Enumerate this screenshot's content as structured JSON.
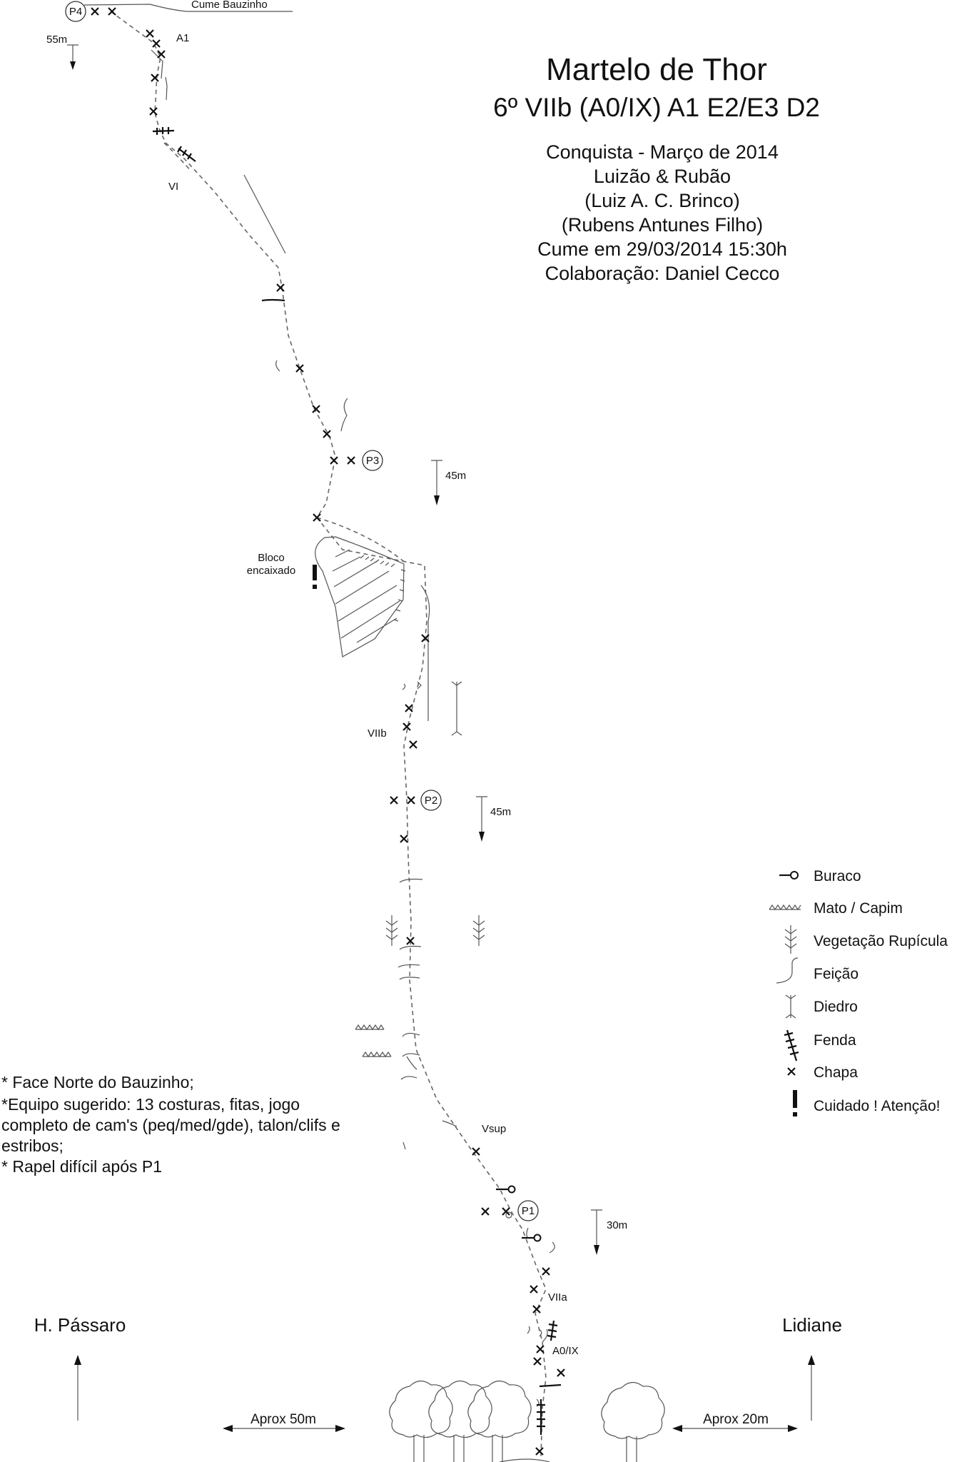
{
  "header": {
    "title": "Martelo de Thor",
    "grade": "6º VIIb (A0/IX) A1 E2/E3 D2",
    "credits": [
      "Conquista - Março de 2014",
      "Luizão & Rubão",
      "(Luiz A. C. Brinco)",
      "(Rubens Antunes Filho)",
      "Cume em 29/03/2014 15:30h",
      "Colaboração: Daniel Cecco"
    ]
  },
  "summit": {
    "label": "Cume  Bauzinho"
  },
  "belays": {
    "p4": "P4",
    "p3": "P3",
    "p2": "P2",
    "p1": "P1"
  },
  "rappels": {
    "r4": "55m",
    "r3": "45m",
    "r2": "45m",
    "r1": "30m"
  },
  "grade_labels": {
    "a1": "A1",
    "vi": "VI",
    "viib": "VIIb",
    "vsup": "Vsup",
    "viia": "VIIa",
    "a0ix": "A0/IX"
  },
  "features": {
    "bloco_line1": "Bloco",
    "bloco_line2": "encaixado"
  },
  "legend": [
    {
      "symbol": "buraco-icon",
      "label": "Buraco"
    },
    {
      "symbol": "mato-icon",
      "label": "Mato / Capim"
    },
    {
      "symbol": "vegetacao-icon",
      "label": "Vegetação Rupícula"
    },
    {
      "symbol": "feicao-icon",
      "label": "Feição"
    },
    {
      "symbol": "diedro-icon",
      "label": "Diedro"
    },
    {
      "symbol": "fenda-icon",
      "label": "Fenda"
    },
    {
      "symbol": "chapa-icon",
      "label": "Chapa"
    },
    {
      "symbol": "cuidado-icon",
      "label": "Cuidado ! Atenção!"
    }
  ],
  "notes": [
    "* Face Norte do Bauzinho;",
    "*Equipo sugerido: 13 costuras, fitas, jogo",
    "completo de cam's (peq/med/gde), talon/clifs e",
    "estribos;",
    "* Rapel difícil após P1"
  ],
  "approach": {
    "left_route": "H. Pássaro",
    "right_route": "Lidiane",
    "left_distance": "Aprox 50m",
    "right_distance": "Aprox 20m"
  }
}
